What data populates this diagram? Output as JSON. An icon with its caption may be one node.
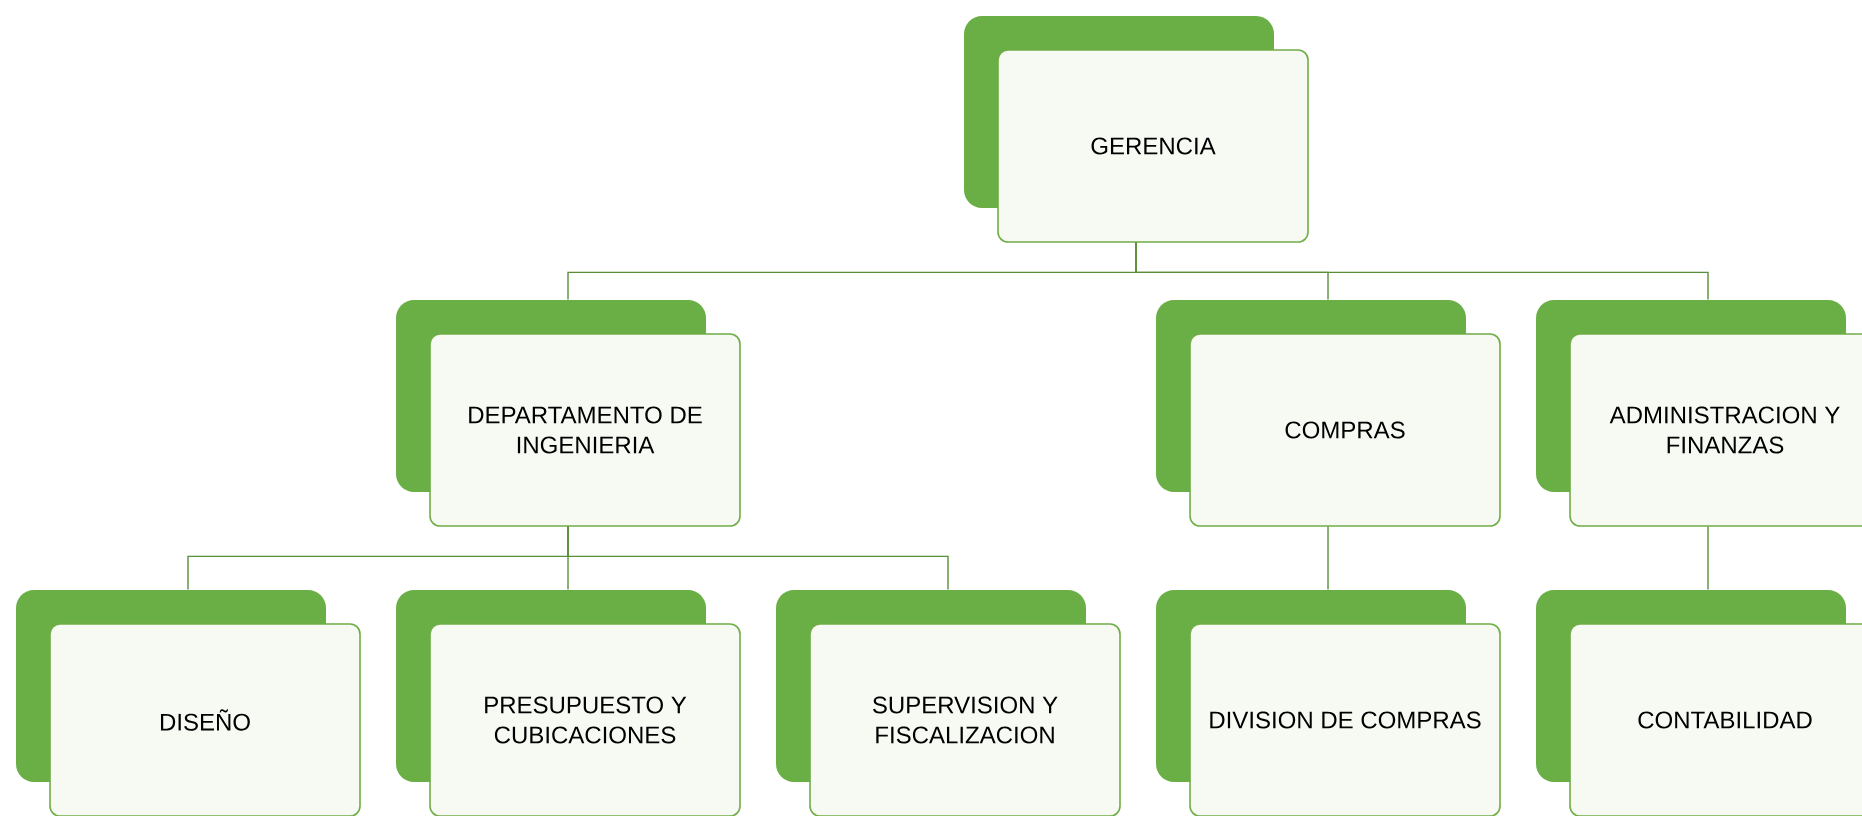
{
  "diagram": {
    "nodes": [
      {
        "text": [
          "GERENCIA"
        ]
      },
      {
        "text": [
          "DEPARTAMENTO DE INGENIERIA"
        ]
      },
      {
        "text": [
          "COMPRAS"
        ]
      },
      {
        "text": [
          "ADMINISTRACION Y FINANZAS"
        ]
      },
      {
        "text": [
          "DISEÑO"
        ]
      },
      {
        "text": [
          "PRESUPUESTO Y CUBICACIONES"
        ]
      },
      {
        "text": [
          "SUPERVISION Y FISCALIZACION"
        ]
      },
      {
        "text": [
          "DIVISION DE COMPRAS"
        ]
      },
      {
        "text": [
          "CONTABILIDAD"
        ]
      }
    ],
    "edges": [
      {
        "from": 0,
        "to": 1,
        "arrow": "none"
      },
      {
        "from": 0,
        "to": 2,
        "arrow": "none"
      },
      {
        "from": 0,
        "to": 3,
        "arrow": "none"
      },
      {
        "from": 1,
        "to": 4,
        "arrow": "none"
      },
      {
        "from": 1,
        "to": 5,
        "arrow": "none"
      },
      {
        "from": 1,
        "to": 6,
        "arrow": "none"
      },
      {
        "from": 2,
        "to": 7,
        "arrow": "none"
      },
      {
        "from": 3,
        "to": 8,
        "arrow": "none"
      }
    ]
  }
}
